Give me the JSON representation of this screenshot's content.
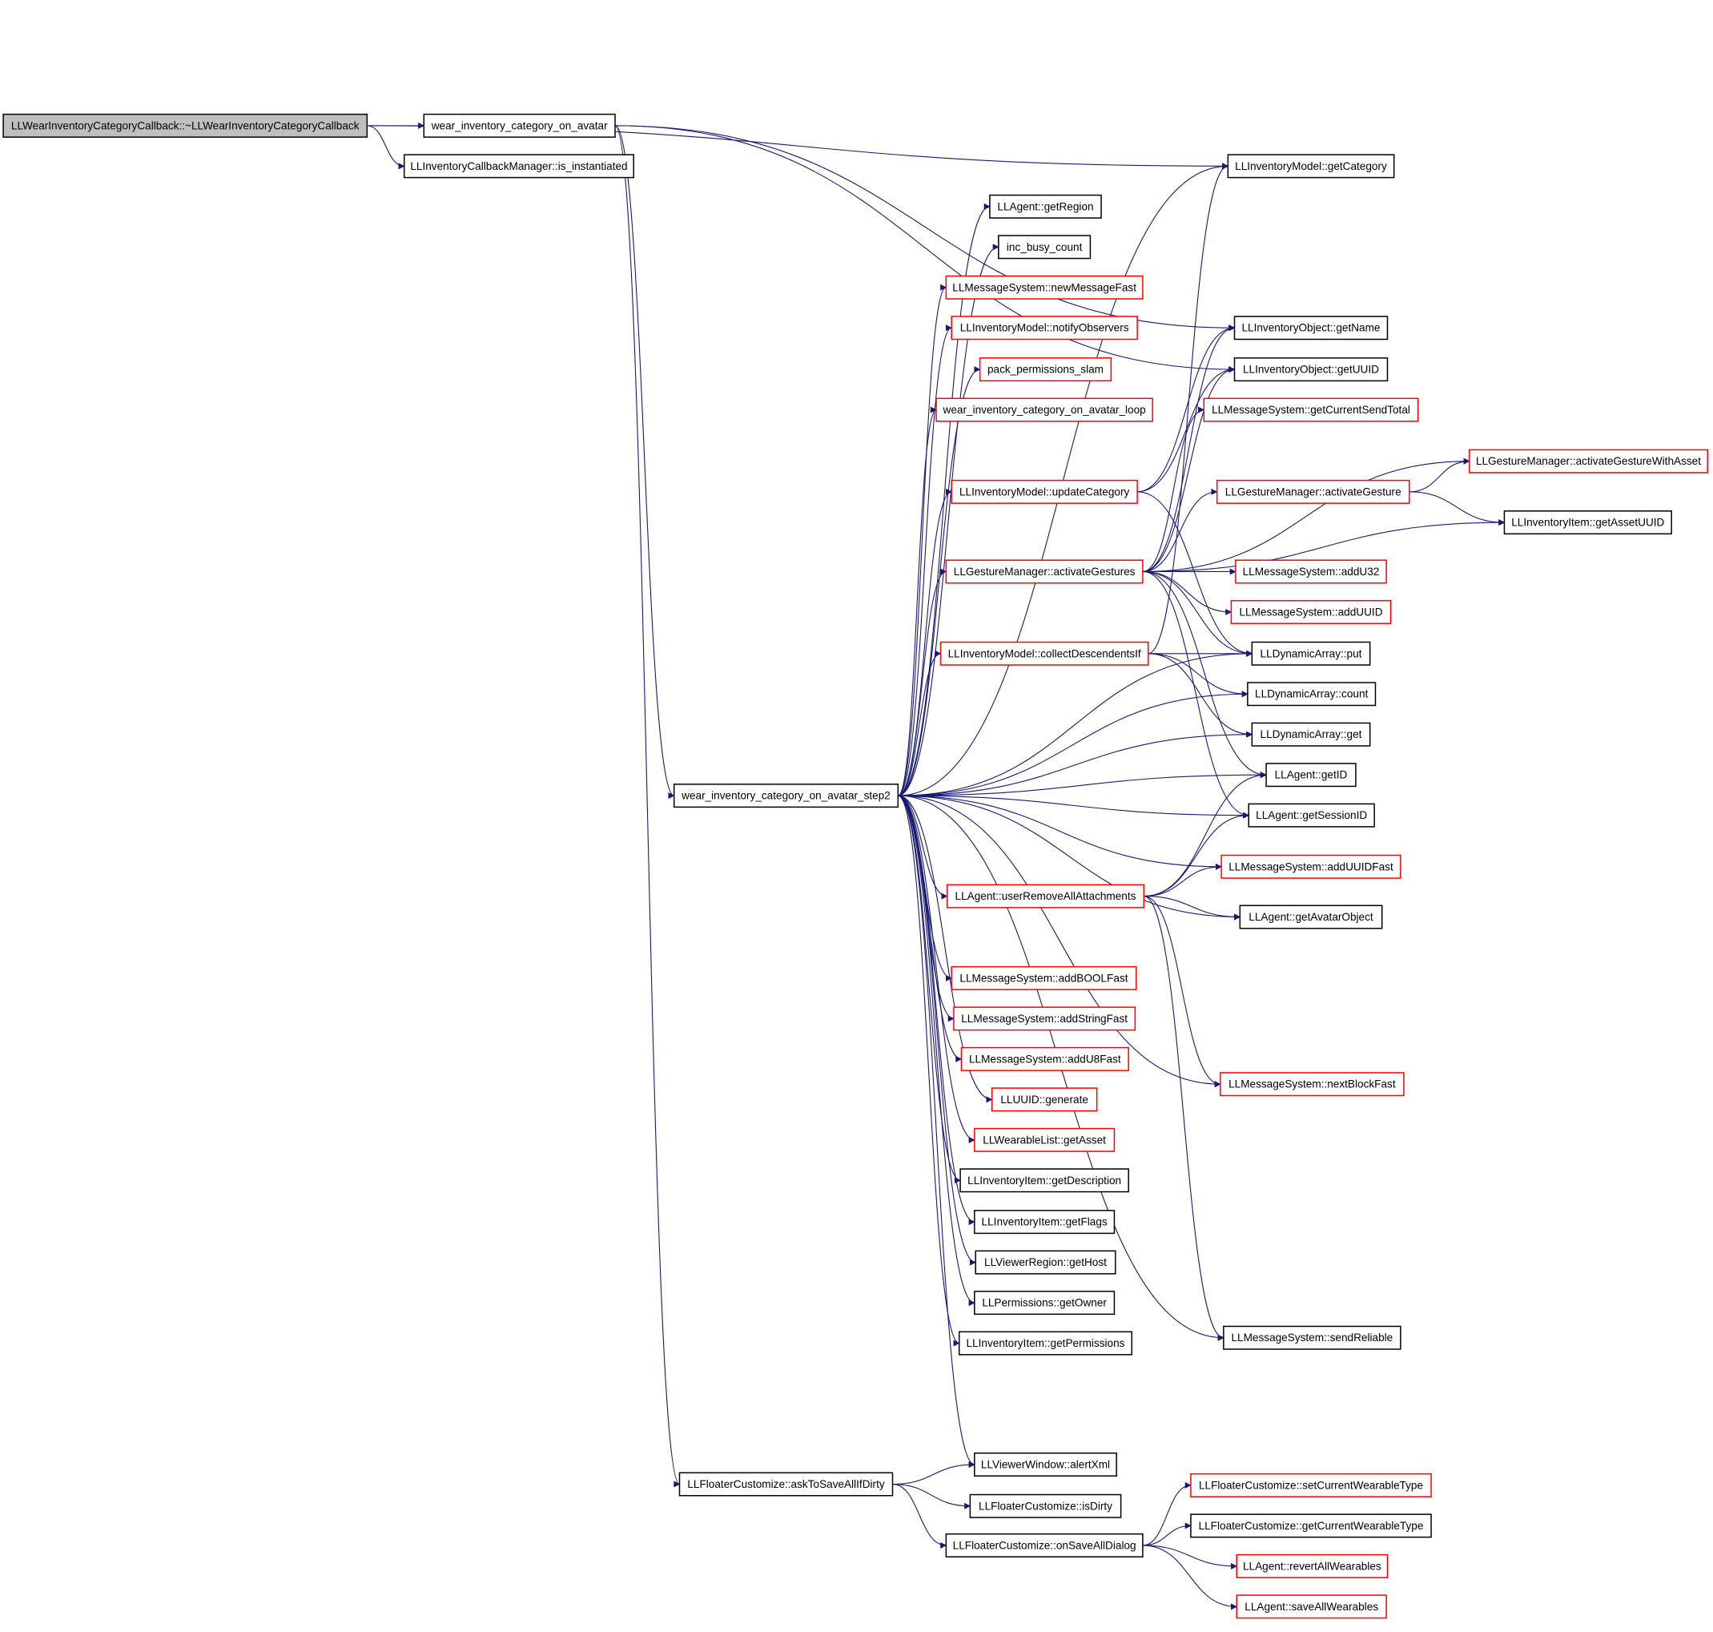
{
  "colors": {
    "edge": "#191970",
    "border_link": "#000000",
    "border_external": "#ff0000",
    "root_fill": "#bfbfbf",
    "node_fill": "#ffffff"
  },
  "nodes": [
    {
      "id": "root",
      "label": "LLWearInventoryCategoryCallback::~LLWearInventoryCategoryCallback",
      "kind": "root"
    },
    {
      "id": "wicoa",
      "label": "wear_inventory_category_on_avatar",
      "kind": "normal"
    },
    {
      "id": "icm_inst",
      "label": "LLInventoryCallbackManager::is_instantiated",
      "kind": "normal"
    },
    {
      "id": "getCategory",
      "label": "LLInventoryModel::getCategory",
      "kind": "normal"
    },
    {
      "id": "getRegion",
      "label": "LLAgent::getRegion",
      "kind": "normal"
    },
    {
      "id": "incBusy",
      "label": "inc_busy_count",
      "kind": "normal"
    },
    {
      "id": "newMsgFast",
      "label": "LLMessageSystem::newMessageFast",
      "kind": "external"
    },
    {
      "id": "notifyObs",
      "label": "LLInventoryModel::notifyObservers",
      "kind": "external"
    },
    {
      "id": "packPerm",
      "label": "pack_permissions_slam",
      "kind": "external"
    },
    {
      "id": "wicoaLoop",
      "label": "wear_inventory_category_on_avatar_loop",
      "kind": "external"
    },
    {
      "id": "getName",
      "label": "LLInventoryObject::getName",
      "kind": "normal"
    },
    {
      "id": "getUUID",
      "label": "LLInventoryObject::getUUID",
      "kind": "normal"
    },
    {
      "id": "curSendTotal",
      "label": "LLMessageSystem::getCurrentSendTotal",
      "kind": "external"
    },
    {
      "id": "updCategory",
      "label": "LLInventoryModel::updateCategory",
      "kind": "external"
    },
    {
      "id": "actGestWA",
      "label": "LLGestureManager::activateGestureWithAsset",
      "kind": "external"
    },
    {
      "id": "actGesture",
      "label": "LLGestureManager::activateGesture",
      "kind": "external"
    },
    {
      "id": "getAssetUUID",
      "label": "LLInventoryItem::getAssetUUID",
      "kind": "normal"
    },
    {
      "id": "actGestures",
      "label": "LLGestureManager::activateGestures",
      "kind": "external"
    },
    {
      "id": "addU32",
      "label": "LLMessageSystem::addU32",
      "kind": "external"
    },
    {
      "id": "addUUID",
      "label": "LLMessageSystem::addUUID",
      "kind": "external"
    },
    {
      "id": "collectDesc",
      "label": "LLInventoryModel::collectDescendentsIf",
      "kind": "external"
    },
    {
      "id": "daPut",
      "label": "LLDynamicArray::put",
      "kind": "normal"
    },
    {
      "id": "daCount",
      "label": "LLDynamicArray::count",
      "kind": "normal"
    },
    {
      "id": "daGet",
      "label": "LLDynamicArray::get",
      "kind": "normal"
    },
    {
      "id": "agGetID",
      "label": "LLAgent::getID",
      "kind": "normal"
    },
    {
      "id": "step2",
      "label": "wear_inventory_category_on_avatar_step2",
      "kind": "normal"
    },
    {
      "id": "agSessID",
      "label": "LLAgent::getSessionID",
      "kind": "normal"
    },
    {
      "id": "addUUIDFast",
      "label": "LLMessageSystem::addUUIDFast",
      "kind": "external"
    },
    {
      "id": "userRemAtt",
      "label": "LLAgent::userRemoveAllAttachments",
      "kind": "external"
    },
    {
      "id": "avatarObj",
      "label": "LLAgent::getAvatarObject",
      "kind": "normal"
    },
    {
      "id": "addBOOLFast",
      "label": "LLMessageSystem::addBOOLFast",
      "kind": "external"
    },
    {
      "id": "addStringFast",
      "label": "LLMessageSystem::addStringFast",
      "kind": "external"
    },
    {
      "id": "addU8Fast",
      "label": "LLMessageSystem::addU8Fast",
      "kind": "external"
    },
    {
      "id": "nextBlockFast",
      "label": "LLMessageSystem::nextBlockFast",
      "kind": "external"
    },
    {
      "id": "uuidGen",
      "label": "LLUUID::generate",
      "kind": "external"
    },
    {
      "id": "wlGetAsset",
      "label": "LLWearableList::getAsset",
      "kind": "external"
    },
    {
      "id": "iiDesc",
      "label": "LLInventoryItem::getDescription",
      "kind": "normal"
    },
    {
      "id": "iiFlags",
      "label": "LLInventoryItem::getFlags",
      "kind": "normal"
    },
    {
      "id": "vrHost",
      "label": "LLViewerRegion::getHost",
      "kind": "normal"
    },
    {
      "id": "permOwner",
      "label": "LLPermissions::getOwner",
      "kind": "normal"
    },
    {
      "id": "iiPerms",
      "label": "LLInventoryItem::getPermissions",
      "kind": "normal"
    },
    {
      "id": "sendReliable",
      "label": "LLMessageSystem::sendReliable",
      "kind": "normal"
    },
    {
      "id": "alertXml",
      "label": "LLViewerWindow::alertXml",
      "kind": "normal"
    },
    {
      "id": "askToSave",
      "label": "LLFloaterCustomize::askToSaveAllIfDirty",
      "kind": "normal"
    },
    {
      "id": "isDirty",
      "label": "LLFloaterCustomize::isDirty",
      "kind": "normal"
    },
    {
      "id": "setCurWT",
      "label": "LLFloaterCustomize::setCurrentWearableType",
      "kind": "external"
    },
    {
      "id": "getCurWT",
      "label": "LLFloaterCustomize::getCurrentWearableType",
      "kind": "normal"
    },
    {
      "id": "onSaveAll",
      "label": "LLFloaterCustomize::onSaveAllDialog",
      "kind": "normal"
    },
    {
      "id": "revertAll",
      "label": "LLAgent::revertAllWearables",
      "kind": "external"
    },
    {
      "id": "saveAll",
      "label": "LLAgent::saveAllWearables",
      "kind": "external"
    }
  ],
  "edges": [
    [
      "root",
      "wicoa"
    ],
    [
      "root",
      "icm_inst"
    ],
    [
      "root",
      "getCategory"
    ],
    [
      "wicoa",
      "getName"
    ],
    [
      "wicoa",
      "getUUID"
    ],
    [
      "wicoa",
      "step2"
    ],
    [
      "wicoa",
      "askToSave"
    ],
    [
      "step2",
      "getCategory"
    ],
    [
      "step2",
      "getRegion"
    ],
    [
      "step2",
      "incBusy"
    ],
    [
      "step2",
      "newMsgFast"
    ],
    [
      "step2",
      "notifyObs"
    ],
    [
      "step2",
      "packPerm"
    ],
    [
      "step2",
      "wicoaLoop"
    ],
    [
      "step2",
      "updCategory"
    ],
    [
      "step2",
      "actGestures"
    ],
    [
      "step2",
      "collectDesc"
    ],
    [
      "step2",
      "daPut"
    ],
    [
      "step2",
      "daCount"
    ],
    [
      "step2",
      "daGet"
    ],
    [
      "step2",
      "agGetID"
    ],
    [
      "step2",
      "agSessID"
    ],
    [
      "step2",
      "addUUIDFast"
    ],
    [
      "step2",
      "userRemAtt"
    ],
    [
      "step2",
      "avatarObj"
    ],
    [
      "step2",
      "addBOOLFast"
    ],
    [
      "step2",
      "addStringFast"
    ],
    [
      "step2",
      "addU8Fast"
    ],
    [
      "step2",
      "uuidGen"
    ],
    [
      "step2",
      "wlGetAsset"
    ],
    [
      "step2",
      "iiDesc"
    ],
    [
      "step2",
      "iiFlags"
    ],
    [
      "step2",
      "vrHost"
    ],
    [
      "step2",
      "permOwner"
    ],
    [
      "step2",
      "iiPerms"
    ],
    [
      "step2",
      "nextBlockFast"
    ],
    [
      "step2",
      "sendReliable"
    ],
    [
      "step2",
      "alertXml"
    ],
    [
      "updCategory",
      "getName"
    ],
    [
      "updCategory",
      "getUUID"
    ],
    [
      "updCategory",
      "daPut"
    ],
    [
      "actGestures",
      "getName"
    ],
    [
      "actGestures",
      "getUUID"
    ],
    [
      "actGestures",
      "curSendTotal"
    ],
    [
      "actGestures",
      "actGestWA"
    ],
    [
      "actGestures",
      "actGesture"
    ],
    [
      "actGestures",
      "getAssetUUID"
    ],
    [
      "actGestures",
      "addU32"
    ],
    [
      "actGestures",
      "addUUID"
    ],
    [
      "actGestures",
      "daPut"
    ],
    [
      "actGestures",
      "agGetID"
    ],
    [
      "actGestures",
      "agSessID"
    ],
    [
      "actGesture",
      "actGestWA"
    ],
    [
      "actGesture",
      "getAssetUUID"
    ],
    [
      "collectDesc",
      "getCategory"
    ],
    [
      "collectDesc",
      "daPut"
    ],
    [
      "collectDesc",
      "daCount"
    ],
    [
      "collectDesc",
      "daGet"
    ],
    [
      "userRemAtt",
      "agGetID"
    ],
    [
      "userRemAtt",
      "agSessID"
    ],
    [
      "userRemAtt",
      "addUUIDFast"
    ],
    [
      "userRemAtt",
      "avatarObj"
    ],
    [
      "userRemAtt",
      "nextBlockFast"
    ],
    [
      "userRemAtt",
      "sendReliable"
    ],
    [
      "askToSave",
      "alertXml"
    ],
    [
      "askToSave",
      "isDirty"
    ],
    [
      "askToSave",
      "onSaveAll"
    ],
    [
      "onSaveAll",
      "setCurWT"
    ],
    [
      "onSaveAll",
      "getCurWT"
    ],
    [
      "onSaveAll",
      "revertAll"
    ],
    [
      "onSaveAll",
      "saveAll"
    ]
  ]
}
